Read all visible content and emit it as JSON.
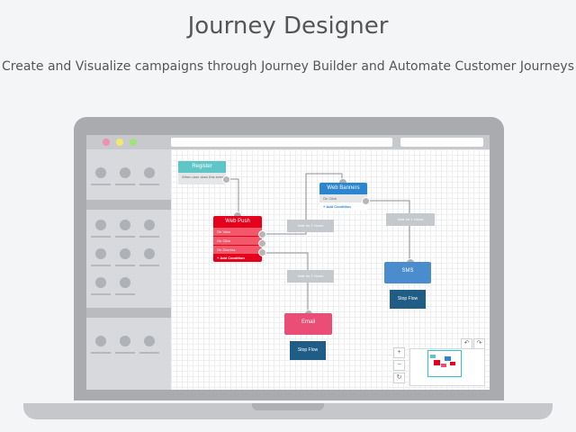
{
  "header": {
    "title": "Journey Designer",
    "subtitle": "Create and Visualize campaigns through Journey Builder and Automate Customer Journeys"
  },
  "colors": {
    "register": "#5ec6c6",
    "web_push": "#e5001c",
    "web_banners": "#2c85cf",
    "sms": "#4a8ccd",
    "email": "#ea4d76",
    "stop_flow": "#1f5d86",
    "connector": "#c5c8cc"
  },
  "nodes": {
    "register": {
      "title": "Register",
      "row": "When user does this event"
    },
    "web_push": {
      "title": "Web Push",
      "rows": [
        "On View",
        "On Click",
        "On Dismiss"
      ],
      "add": "Add Condition"
    },
    "web_banners": {
      "title": "Web Banners",
      "rows": [
        "On Click"
      ],
      "add": "Add Condition"
    },
    "sms": {
      "title": "SMS"
    },
    "email": {
      "title": "Email"
    },
    "stop_flow_1": {
      "title": "Stop Flow"
    },
    "stop_flow_2": {
      "title": "Stop Flow"
    }
  },
  "connectors": {
    "wait1": "Wait for 2 Hours",
    "wait2": "Wait for 4 Hours",
    "wait3": "Wait for 2 Hours"
  },
  "controls": {
    "zoom_in": "+",
    "zoom_out": "−",
    "reset": "↻",
    "undo": "↶",
    "redo": "↷"
  },
  "window_dots": [
    "#f08fb0",
    "#f3e86a",
    "#9ee37a"
  ]
}
